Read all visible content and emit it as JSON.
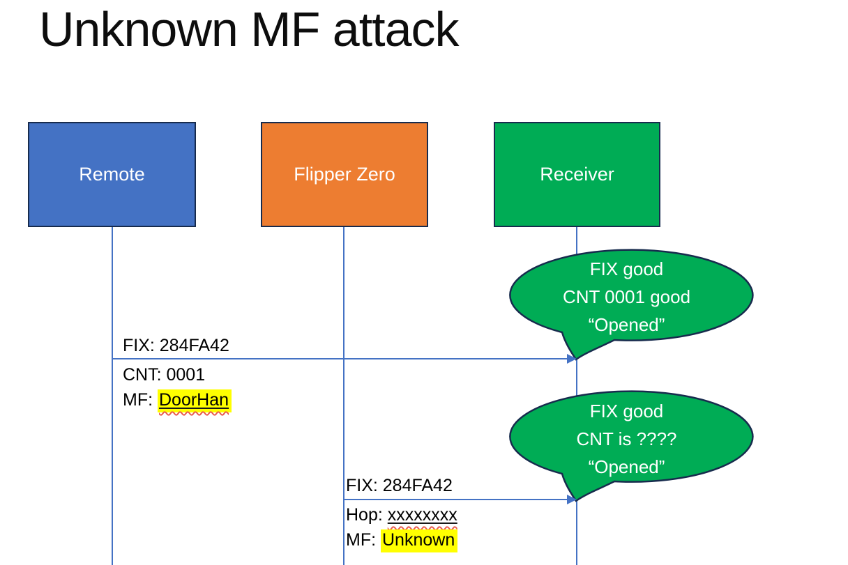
{
  "title": "Unknown MF attack",
  "colors": {
    "remote_fill": "#4472C4",
    "flipper_fill": "#ED7D31",
    "receiver_fill": "#00AC55",
    "callout_fill": "#00AC55",
    "shape_border": "#172B4D",
    "arrow_line": "#4472C4",
    "highlight": "#FFFF00",
    "spellcheck_squiggle": "#E95C50",
    "text": "#000000",
    "shape_text": "#FFFFFF"
  },
  "actors": [
    {
      "label": "Remote"
    },
    {
      "label": "Flipper Zero"
    },
    {
      "label": "Receiver"
    }
  ],
  "messages": [
    {
      "from": "Remote",
      "to": "Receiver",
      "line1": "FIX: 284FA42",
      "line2": "CNT: 0001",
      "line3_prefix": "MF: ",
      "line3_value": "DoorHan"
    },
    {
      "from": "Flipper Zero",
      "to": "Receiver",
      "line1": "FIX: 284FA42",
      "line2_prefix": "Hop: ",
      "line2_value": "xxxxxxxx",
      "line3_prefix": "MF: ",
      "line3_value": "Unknown"
    }
  ],
  "callouts": [
    {
      "line1": "FIX good",
      "line2": "CNT 0001 good",
      "line3": "“Opened”"
    },
    {
      "line1": "FIX good",
      "line2": "CNT is ????",
      "line3": "“Opened”"
    }
  ]
}
